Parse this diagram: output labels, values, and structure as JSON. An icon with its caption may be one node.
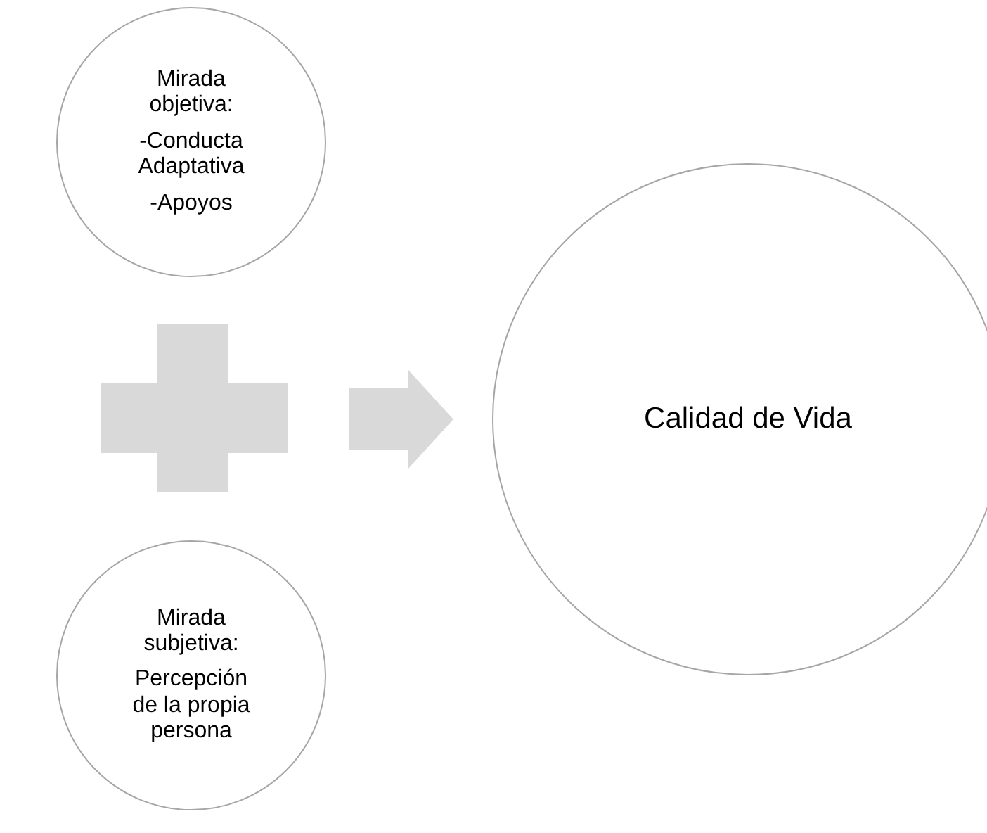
{
  "diagram": {
    "nodes": [
      {
        "text": [
          "Mirada objetiva:",
          "-Conducta Adaptativa",
          "-Apoyos"
        ]
      },
      {
        "text": [
          "Mirada subjetiva:",
          "Percepción de la propia persona"
        ]
      },
      {
        "text": [
          "Calidad de Vida"
        ]
      },
      {
        "text": [],
        "shape": "plus"
      }
    ],
    "edges": [
      {
        "from": 3,
        "to": 2,
        "arrow": "to",
        "style": "thick"
      }
    ]
  }
}
